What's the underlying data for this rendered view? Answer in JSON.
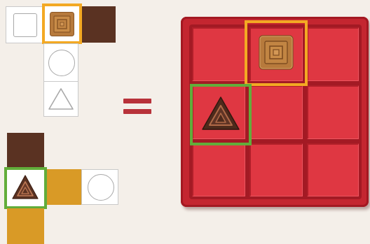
{
  "colors": {
    "background": "#f4efe9",
    "board_red": "#c42630",
    "slot_red": "#df3742",
    "dark_chocolate": "#5a3222",
    "caramel": "#d99a26",
    "milk_chocolate": "#b77a3c",
    "highlight_orange": "#f3a923",
    "highlight_green": "#62ad3a"
  },
  "puzzle": {
    "top_card": {
      "cells": [
        "white-square",
        "milk-chocolate-square-piece",
        "dark-chocolate",
        "white-circle",
        "white-triangle"
      ],
      "highlight": "orange"
    },
    "bottom_card": {
      "cells": [
        "dark-chocolate",
        "dark-chocolate-triangle-piece",
        "caramel",
        "white-circle",
        "caramel"
      ],
      "highlight": "green"
    },
    "equals": "=",
    "board": {
      "rows": 3,
      "cols": 3,
      "placed": [
        {
          "piece": "milk-chocolate-square",
          "row": 1,
          "col": 2,
          "frame": "orange"
        },
        {
          "piece": "dark-chocolate-triangle",
          "row": 2,
          "col": 1,
          "frame": "green"
        }
      ]
    }
  }
}
